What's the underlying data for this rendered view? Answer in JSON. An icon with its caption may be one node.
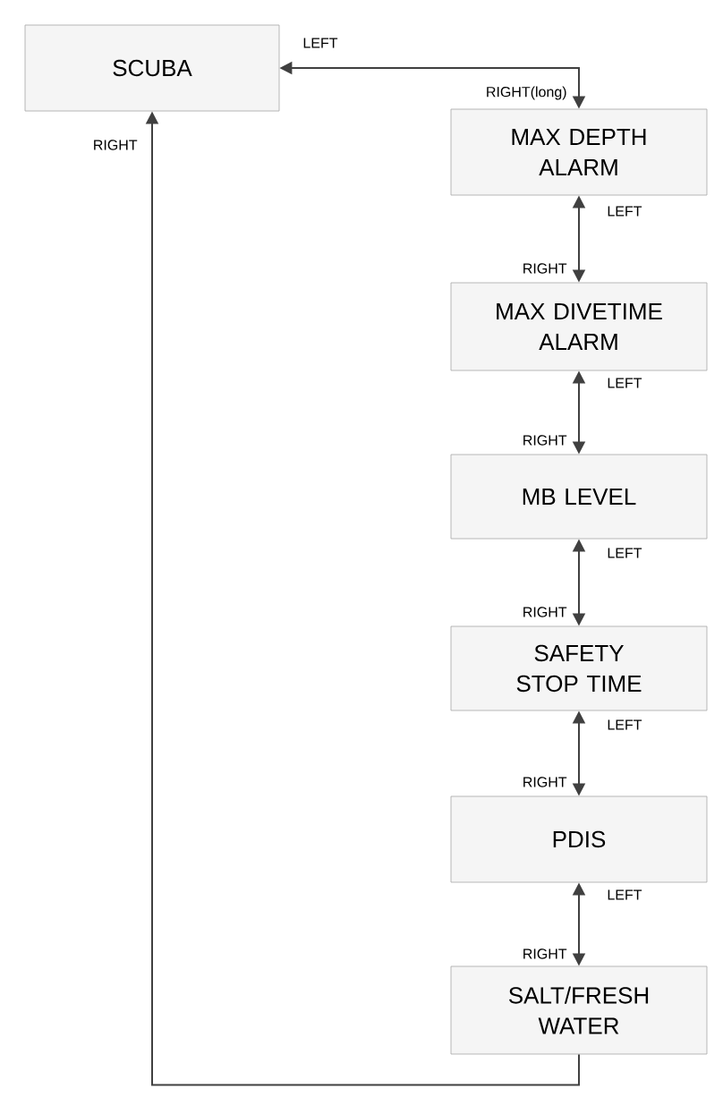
{
  "diagram": {
    "nodes": [
      {
        "text": [
          "SCUBA"
        ]
      },
      {
        "text": [
          "MAX DEPTH ALARM"
        ]
      },
      {
        "text": [
          "MAX DIVETIME ALARM"
        ]
      },
      {
        "text": [
          "MB LEVEL"
        ]
      },
      {
        "text": [
          "SAFETY STOP TIME"
        ]
      },
      {
        "text": [
          "PDIS"
        ]
      },
      {
        "text": [
          "SALT/FRESH WATER"
        ]
      }
    ],
    "edges": [
      {
        "from": 0,
        "to": 1,
        "arrow": "both",
        "label": "LEFT"
      },
      {
        "from": 1,
        "to": 2,
        "arrow": "both",
        "label": "LEFT"
      },
      {
        "from": 2,
        "to": 3,
        "arrow": "both",
        "label": "LEFT"
      },
      {
        "from": 3,
        "to": 4,
        "arrow": "both",
        "label": "LEFT"
      },
      {
        "from": 4,
        "to": 5,
        "arrow": "both",
        "label": "LEFT"
      },
      {
        "from": 5,
        "to": 6,
        "arrow": "both",
        "label": "LEFT"
      },
      {
        "from": 6,
        "to": 0,
        "arrow": "to",
        "label": "RIGHT"
      }
    ],
    "labels": [
      "RIGHT(long)",
      "RIGHT",
      "RIGHT",
      "RIGHT",
      "RIGHT",
      "RIGHT"
    ]
  }
}
